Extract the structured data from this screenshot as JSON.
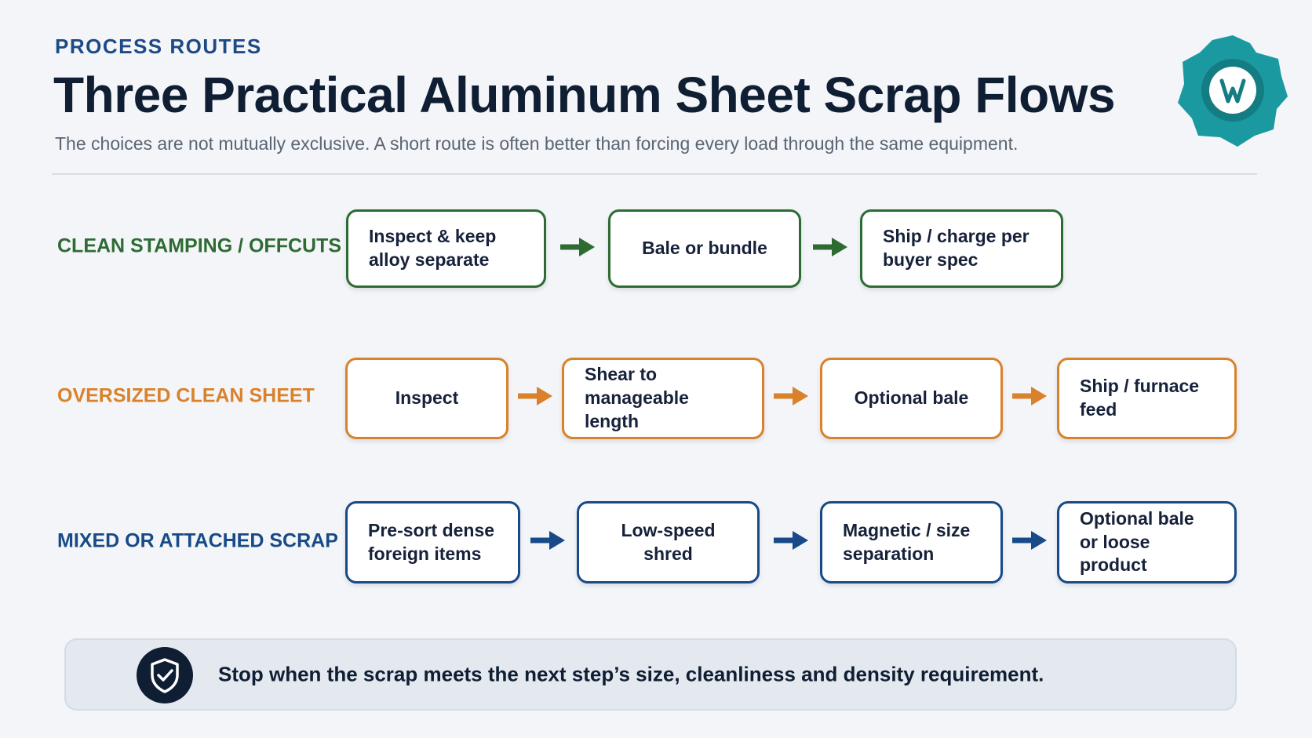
{
  "header": {
    "eyebrow": "PROCESS ROUTES",
    "title": "Three Practical Aluminum Sheet Scrap Flows",
    "subtitle": "The choices are not mutually exclusive. A short route is often better than forcing every load through the same equipment.",
    "logo_icon": "gear-logo-icon"
  },
  "colors": {
    "green": "#2e6b33",
    "orange": "#d9822b",
    "blue": "#174a86",
    "navy": "#0f1e33",
    "teal": "#1a9aa0"
  },
  "routes": [
    {
      "label": "CLEAN STAMPING / OFFCUTS",
      "steps": [
        "Inspect & keep alloy separate",
        "Bale or bundle",
        "Ship / charge per buyer spec"
      ]
    },
    {
      "label": "OVERSIZED CLEAN SHEET",
      "steps": [
        "Inspect",
        "Shear to manageable length",
        "Optional bale",
        "Ship / furnace feed"
      ]
    },
    {
      "label": "MIXED OR ATTACHED SCRAP",
      "steps": [
        "Pre-sort dense foreign items",
        "Low-speed shred",
        "Magnetic / size separation",
        "Optional bale or loose product"
      ]
    }
  ],
  "footer": {
    "text": "Stop when the scrap meets the next step’s size, cleanliness and density requirement.",
    "icon": "shield-check-icon"
  }
}
